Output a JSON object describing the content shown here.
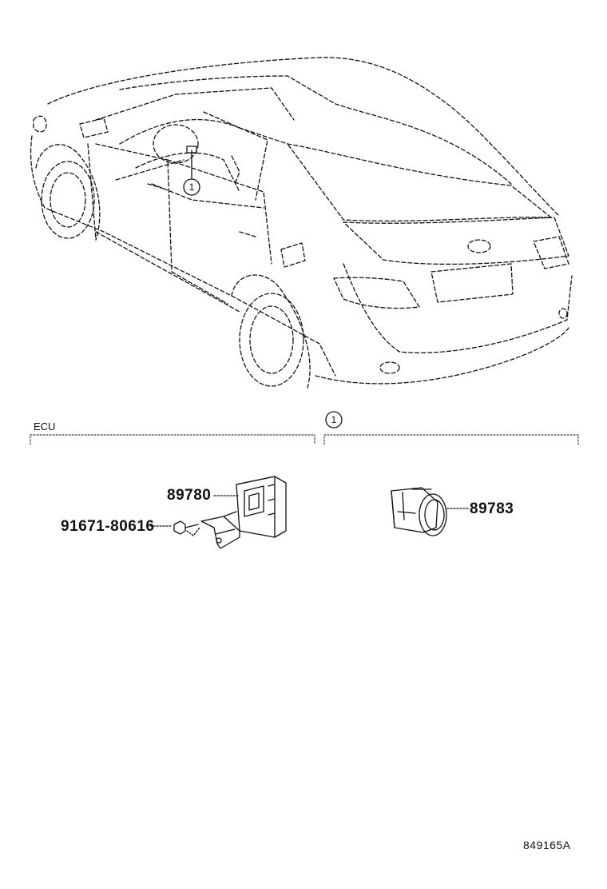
{
  "sections": {
    "ecu_label": "ECU",
    "sensor_callout": "1"
  },
  "car_callout": "1",
  "parts": {
    "ecu_unit": "89780",
    "screw": "91671-80616",
    "sensor": "89783"
  },
  "reference_code": "849165A",
  "colors": {
    "line": "#111111",
    "background": "#ffffff"
  },
  "icons": {
    "car": "sedan-rear-three-quarter-outline",
    "ecu": "ecu-bracket-outline",
    "screw": "screw-outline",
    "sensor": "round-sensor-outline",
    "callout": "circled-number"
  }
}
